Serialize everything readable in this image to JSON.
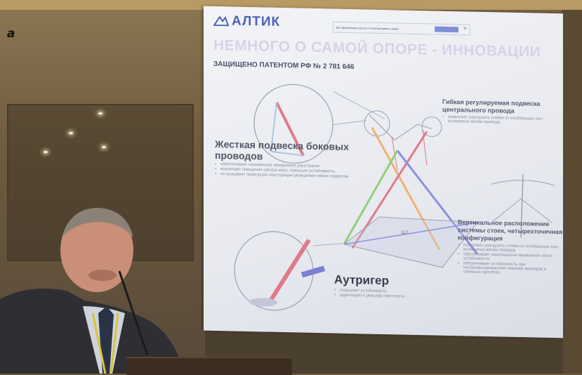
{
  "figure": {
    "label": "а"
  },
  "slide": {
    "logo": "АЛТИК",
    "notification": "Вы продолжаете делать и просматривать экран",
    "title": "НЕМНОГО О САМОЙ ОПОРЕ - ИННОВАЦИИ",
    "subtitle": "ЗАЩИЩЕНО ПАТЕНТОМ РФ № 2 781 646",
    "rigid": {
      "heading": "Жесткая подвеска боковых проводов",
      "bullets": [
        "обеспечивает неизменное межфазное расстояние",
        "исключает смещение центра масс, повышая устойчивость",
        "не вызывает перегрузки конструкции реакциями гибких подвесов"
      ]
    },
    "flexible": {
      "heading": "Гибкая регулируемая подвеска центрального провода",
      "bullets": [
        "позволяет разгрузить стойки от изгибающих сил, вызванных весом провода"
      ]
    },
    "vertical": {
      "heading": "Вертикальное расположение системы стоек, четырехточечная конфигурация",
      "bullets": [
        "позволяет разгрузить стойки от изгибающих сил, вызванных весом провода",
        "обеспечивает максимально возможное пятно устойчивости",
        "обеспечивает устойчивость при несбалансированном тяжении проводов в смежных пролетах"
      ]
    },
    "outrigger": {
      "heading": "Аутригер",
      "bullets": [
        "повышает устойчивость",
        "адаптирует к рельефу местности"
      ]
    },
    "diagram_labels": {
      "cg": "Ц.Т."
    }
  },
  "colors": {
    "logo": "#4a62b8",
    "title": "#d7d2e8",
    "leg_red": "#e07a8a",
    "leg_green": "#8fd07a",
    "leg_orange": "#f0b070",
    "leg_blue": "#8a8fe0"
  }
}
